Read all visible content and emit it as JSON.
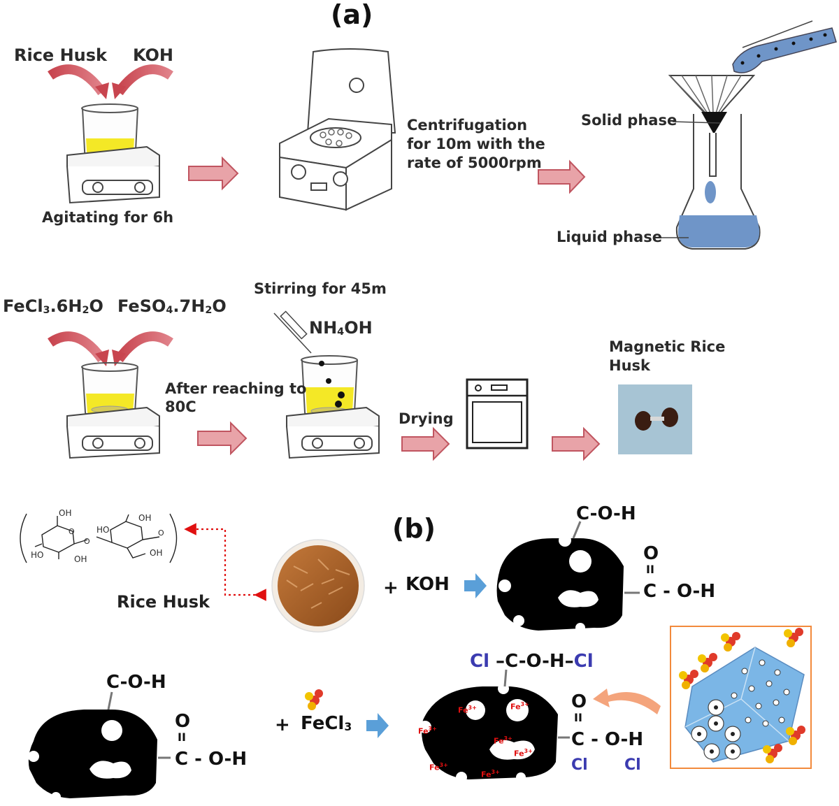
{
  "panel_a": {
    "label": "(a)",
    "rice_husk": "Rice Husk",
    "koh": "KOH",
    "agitating": "Agitating for 6h",
    "centrifugation": [
      "Centrifugation",
      "for 10m with the",
      "rate of 5000rpm"
    ],
    "solid_phase": "Solid phase",
    "liquid_phase": "Liquid phase",
    "fecl3_6h2o": [
      "FeCl",
      "3",
      ".6H",
      "2",
      "O"
    ],
    "feso4_7h2o": [
      "FeSO",
      "4",
      ".7H",
      "2",
      "O"
    ],
    "stirring": "Stirring for 45m",
    "nh4oh": [
      "NH",
      "4",
      "OH"
    ],
    "after_reaching": [
      "After reaching to",
      "80C"
    ],
    "drying": "Drying",
    "magnetic_rice_husk": [
      "Magnetic Rice",
      "Husk"
    ]
  },
  "panel_b": {
    "label": "(b)",
    "rice_husk": "Rice Husk",
    "plus_koh": "KOH",
    "plus_fecl3": [
      "FeCl",
      "3"
    ],
    "coh": "C-O-H",
    "o": "O",
    "double_bond": "II",
    "c_oh": "C - O-H",
    "cl_top_left": "Cl",
    "cl_top_mid": "C-O-H",
    "cl_top_right": "Cl",
    "cl": "Cl",
    "fe": "Fe",
    "fe_charge": "3+",
    "cellulose_oh": [
      "OH",
      "OH",
      "HO",
      "HO",
      "OH",
      "OH",
      "O",
      "O",
      "O"
    ]
  },
  "colors": {
    "arrow_pink": "#e8a3a8",
    "arrow_blue": "#5a9fd8",
    "liquid_blue": "#6f95c8",
    "yellow_liquid": "#f2e400",
    "red_dotted": "#e01010",
    "orange_border": "#f28a3c",
    "fe_red": "#e01010",
    "cl_blue": "#3b3bb0"
  }
}
